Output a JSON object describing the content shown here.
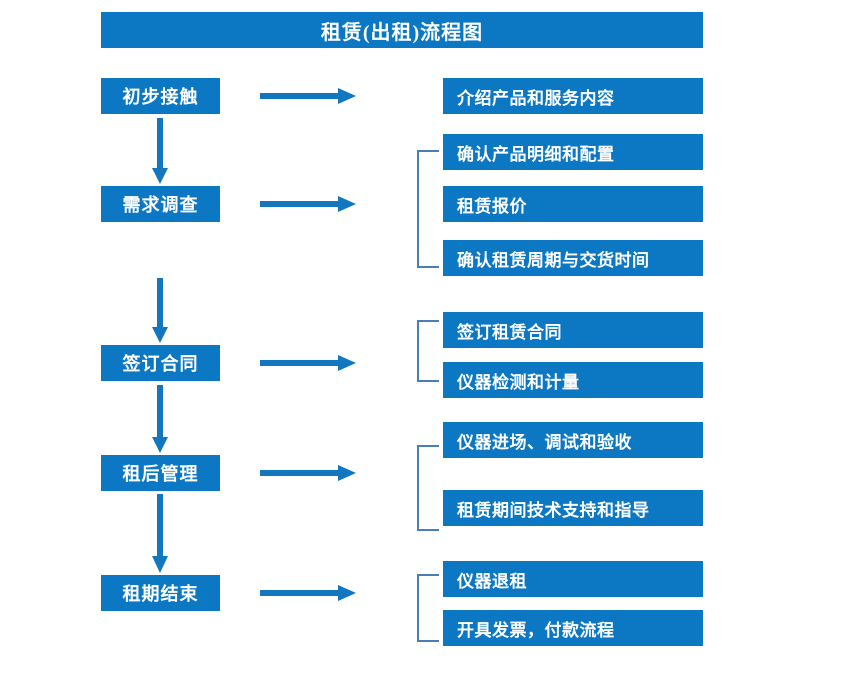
{
  "diagram": {
    "title": "租赁(出租)流程图",
    "colors": {
      "box_fill": "#0c78c4",
      "box_text": "#ffffff",
      "arrow": "#1277bf",
      "bracket": "#4a7fb5",
      "background": "#ffffff"
    },
    "stages": [
      {
        "id": "stage-1",
        "label": "初步接触"
      },
      {
        "id": "stage-2",
        "label": "需求调查"
      },
      {
        "id": "stage-3",
        "label": "签订合同"
      },
      {
        "id": "stage-4",
        "label": "租后管理"
      },
      {
        "id": "stage-5",
        "label": "租期结束"
      }
    ],
    "details": [
      {
        "id": "detail-1-1",
        "label": "介绍产品和服务内容",
        "stage": "stage-1"
      },
      {
        "id": "detail-2-1",
        "label": "确认产品明细和配置",
        "stage": "stage-2"
      },
      {
        "id": "detail-2-2",
        "label": "租赁报价",
        "stage": "stage-2"
      },
      {
        "id": "detail-2-3",
        "label": "确认租赁周期与交货时间",
        "stage": "stage-2"
      },
      {
        "id": "detail-3-1",
        "label": "签订租赁合同",
        "stage": "stage-3"
      },
      {
        "id": "detail-3-2",
        "label": "仪器检测和计量",
        "stage": "stage-3"
      },
      {
        "id": "detail-4-1",
        "label": "仪器进场、调试和验收",
        "stage": "stage-4"
      },
      {
        "id": "detail-4-2",
        "label": "租赁期间技术支持和指导",
        "stage": "stage-4"
      },
      {
        "id": "detail-5-1",
        "label": "仪器退租",
        "stage": "stage-5"
      },
      {
        "id": "detail-5-2",
        "label": "开具发票，付款流程",
        "stage": "stage-5"
      }
    ],
    "connector_labels": {
      "h_arrow": "→",
      "v_arrow": "↓",
      "bracket": "group-bracket"
    }
  }
}
